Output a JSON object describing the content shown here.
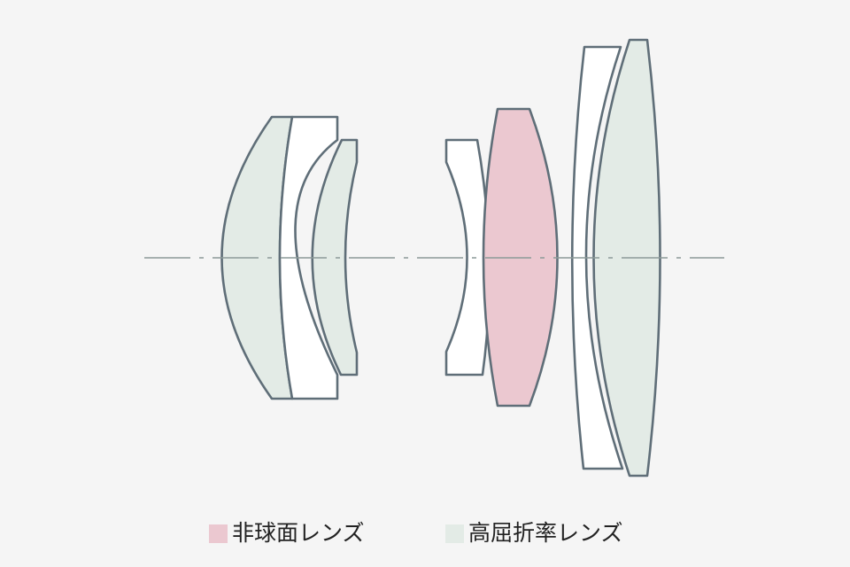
{
  "colors": {
    "background": "#f5f5f5",
    "outline": "#5f6e78",
    "axis": "#8c9a98",
    "plain_glass": "#ffffff",
    "aspherical": "#ebc8d0",
    "high_refractive": "#e3ebe6"
  },
  "lens_elements": [
    {
      "id": 1,
      "group": "front",
      "type": "high_refractive"
    },
    {
      "id": 2,
      "group": "front",
      "type": "plain_glass"
    },
    {
      "id": 3,
      "group": "front",
      "type": "high_refractive"
    },
    {
      "id": 4,
      "group": "rear",
      "type": "plain_glass"
    },
    {
      "id": 5,
      "group": "rear",
      "type": "aspherical"
    },
    {
      "id": 6,
      "group": "rear",
      "type": "plain_glass"
    },
    {
      "id": 7,
      "group": "rear",
      "type": "high_refractive"
    }
  ],
  "legend": {
    "aspherical_label": "非球面レンズ",
    "high_refractive_label": "高屈折率レンズ"
  }
}
